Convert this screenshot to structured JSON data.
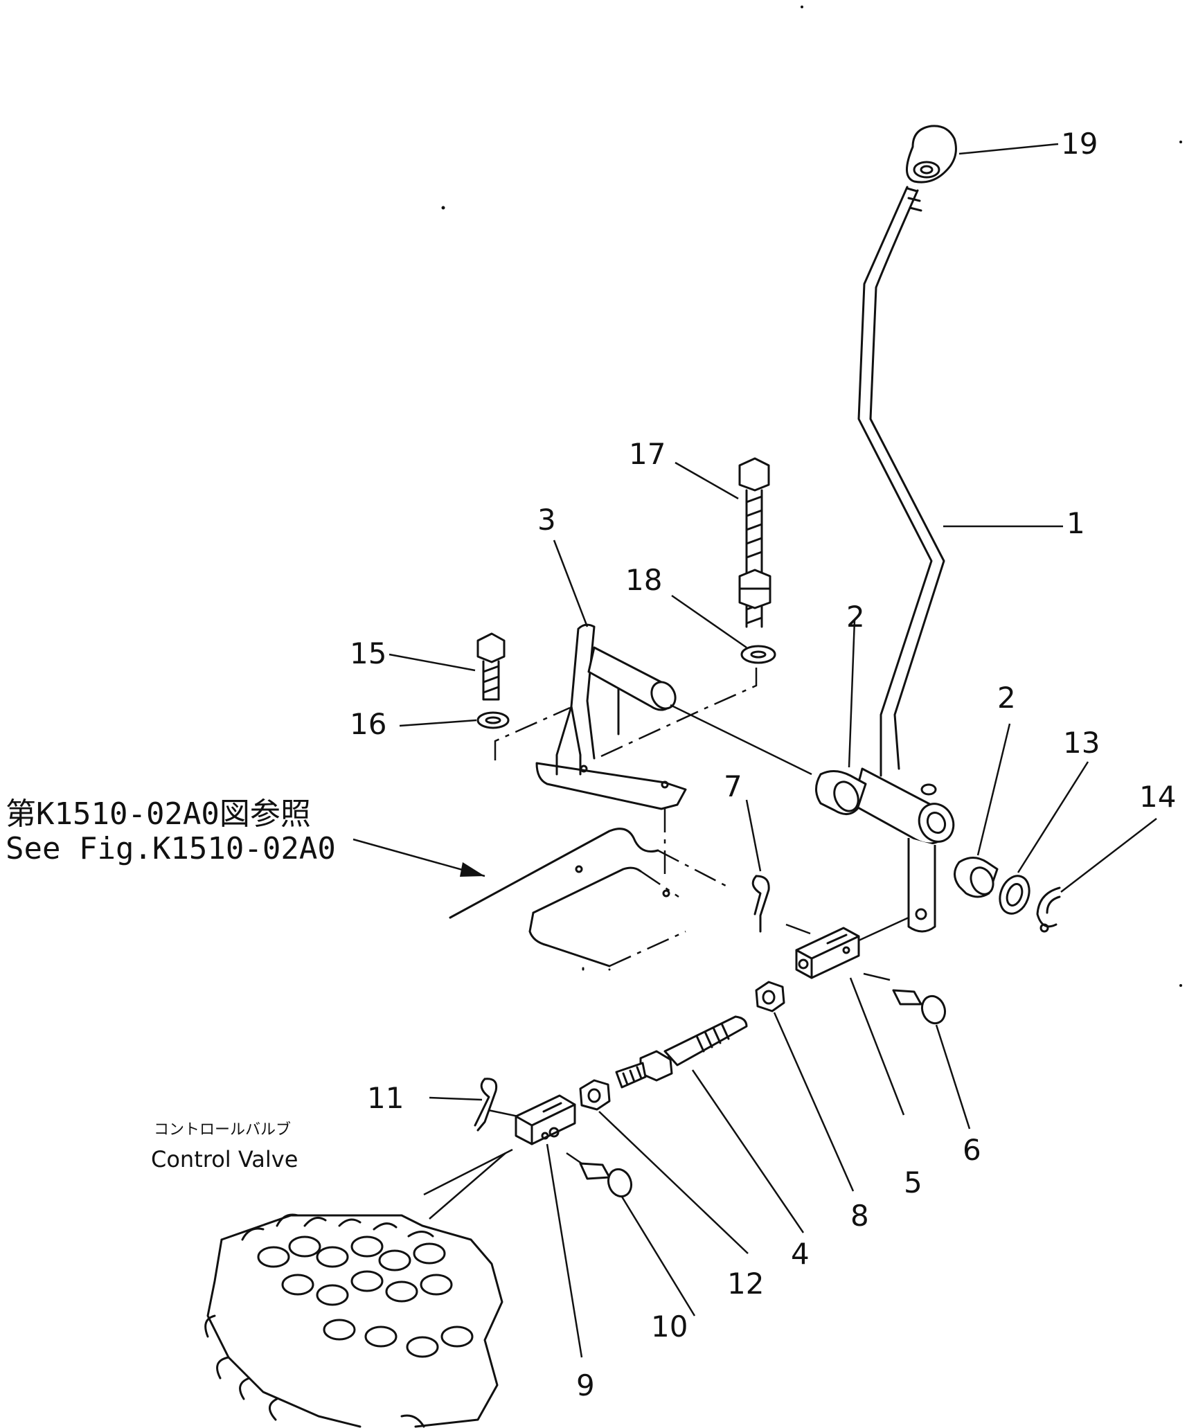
{
  "figure": {
    "reference_jp": "第K1510-02A0図参照",
    "reference_en": "See Fig.K1510-02A0",
    "control_valve_jp": "コントロールバルブ",
    "control_valve_en": "Control Valve"
  },
  "callouts": [
    {
      "id": "1",
      "label": "1",
      "part": "lever"
    },
    {
      "id": "2a",
      "label": "2",
      "part": "bushing"
    },
    {
      "id": "2b",
      "label": "2",
      "part": "bushing"
    },
    {
      "id": "3",
      "label": "3",
      "part": "bracket"
    },
    {
      "id": "4",
      "label": "4",
      "part": "rod"
    },
    {
      "id": "5",
      "label": "5",
      "part": "yoke"
    },
    {
      "id": "6",
      "label": "6",
      "part": "pin"
    },
    {
      "id": "7",
      "label": "7",
      "part": "cotter-pin"
    },
    {
      "id": "8",
      "label": "8",
      "part": "nut"
    },
    {
      "id": "9",
      "label": "9",
      "part": "yoke"
    },
    {
      "id": "10",
      "label": "10",
      "part": "pin"
    },
    {
      "id": "11",
      "label": "11",
      "part": "cotter-pin"
    },
    {
      "id": "12",
      "label": "12",
      "part": "nut"
    },
    {
      "id": "13",
      "label": "13",
      "part": "washer"
    },
    {
      "id": "14",
      "label": "14",
      "part": "snap-ring"
    },
    {
      "id": "15",
      "label": "15",
      "part": "bolt"
    },
    {
      "id": "16",
      "label": "16",
      "part": "washer"
    },
    {
      "id": "17",
      "label": "17",
      "part": "bolt"
    },
    {
      "id": "18",
      "label": "18",
      "part": "washer"
    },
    {
      "id": "19",
      "label": "19",
      "part": "knob"
    }
  ]
}
